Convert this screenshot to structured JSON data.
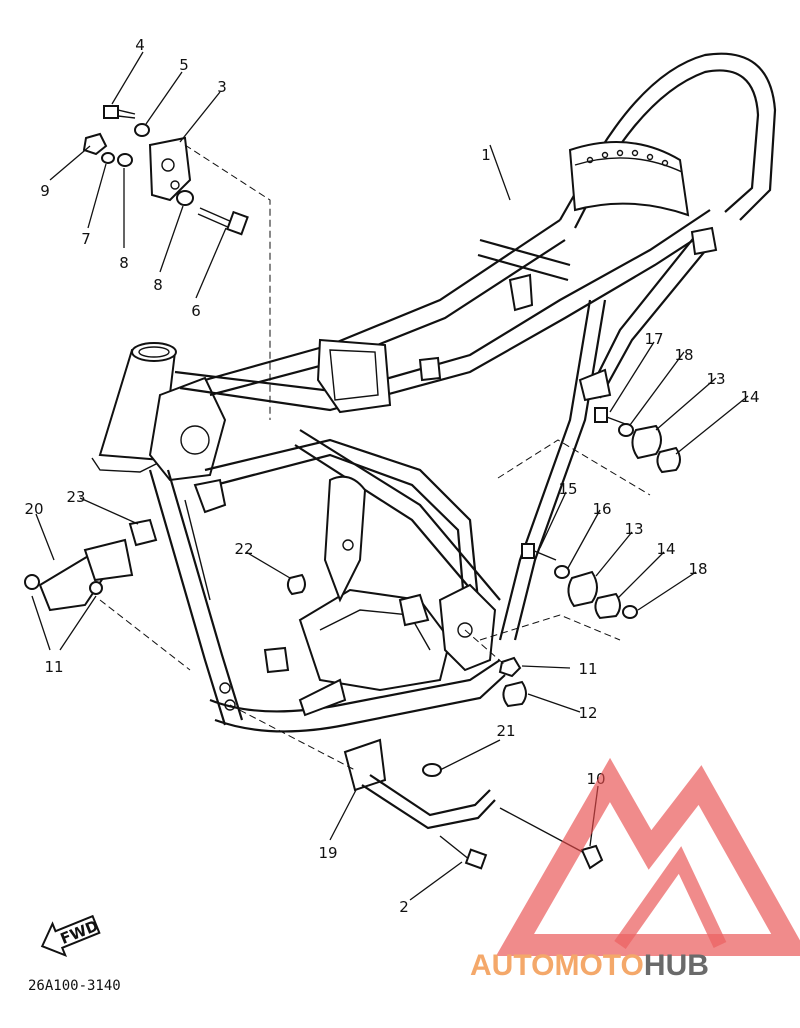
{
  "diagram_code": "26A100-3140",
  "fwd_label": "FWD",
  "watermark": {
    "part1": "AUTOMOTO",
    "part2": "HUB",
    "logo_color": "#e84a4a",
    "text_color": "#f4a86a",
    "hub_color": "#6a6a6a"
  },
  "callouts": {
    "c1": "1",
    "c2": "2",
    "c3": "3",
    "c4": "4",
    "c5": "5",
    "c6": "6",
    "c7": "7",
    "c8a": "8",
    "c8b": "8",
    "c9": "9",
    "c10": "10",
    "c11a": "11",
    "c11b": "11",
    "c12": "12",
    "c13a": "13",
    "c13b": "13",
    "c14a": "14",
    "c14b": "14",
    "c15": "15",
    "c16": "16",
    "c17": "17",
    "c18a": "18",
    "c18b": "18",
    "c19": "19",
    "c20": "20",
    "c21": "21",
    "c22": "22",
    "c23": "23"
  }
}
